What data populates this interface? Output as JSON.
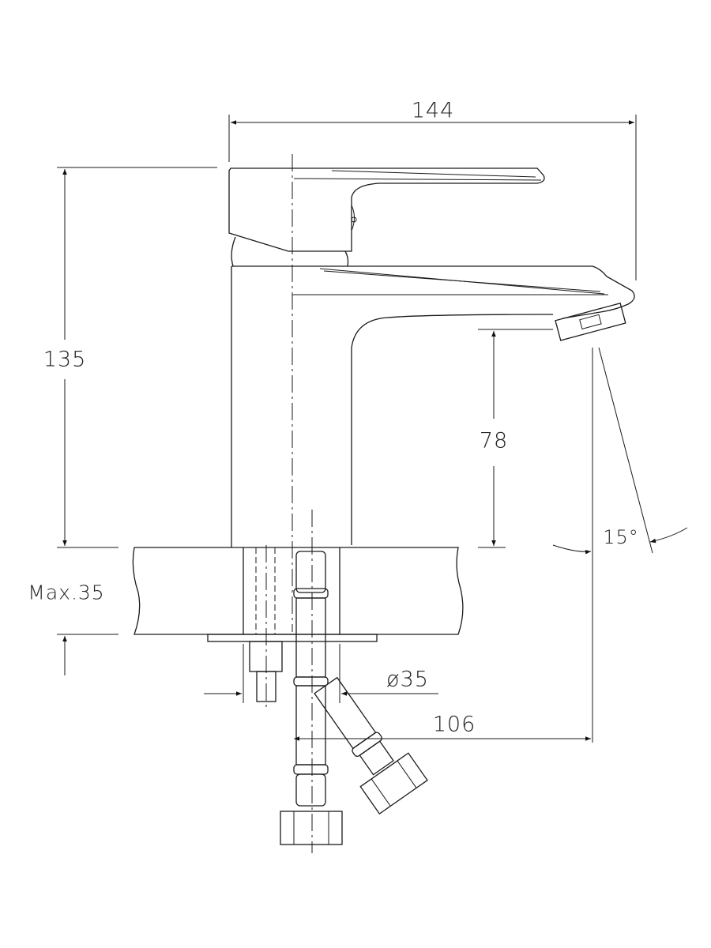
{
  "dimensions": {
    "total_length": "144",
    "total_height": "135",
    "spout_height": "78",
    "spray_angle": "15°",
    "max_countertop": "Max.35",
    "hole_diameter": "ø35",
    "spout_reach": "106"
  },
  "colors": {
    "line": "#1a1a1a",
    "background": "#ffffff"
  }
}
